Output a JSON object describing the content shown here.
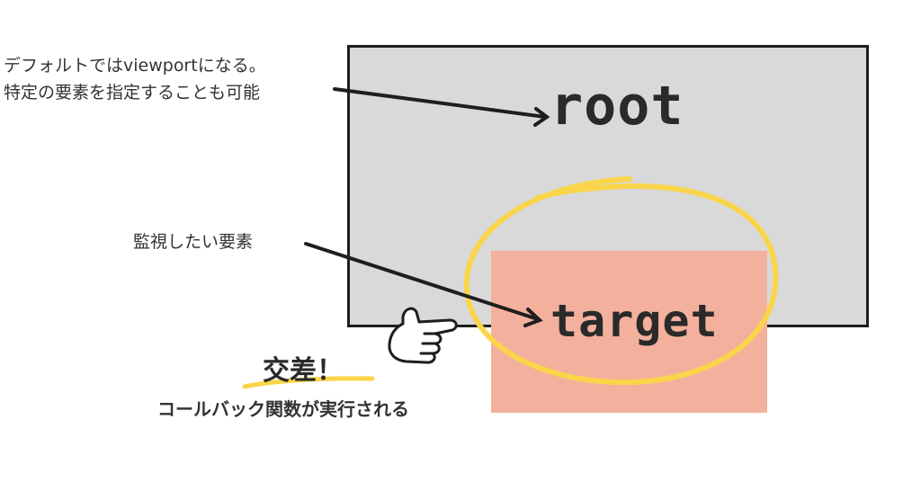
{
  "root": {
    "label": "root"
  },
  "target": {
    "label": "target"
  },
  "notes": {
    "default_line1": "デフォルトではviewportになる。",
    "default_line2": "特定の要素を指定することも可能",
    "watch": "監視したい要素",
    "cross": "交差！",
    "callback": "コールバック関数が実行される"
  },
  "colors": {
    "root_fill": "#d9d9d9",
    "target_fill": "#f3b09d",
    "highlight": "#fad54a",
    "ink": "#1e1e1e"
  },
  "icons": [
    "arrow-icon",
    "pointing-hand-icon",
    "highlight-circle"
  ]
}
